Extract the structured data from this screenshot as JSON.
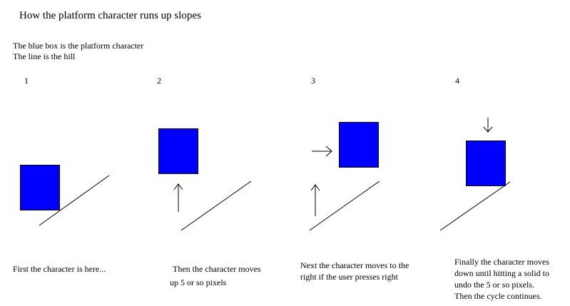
{
  "title": "How the platform character runs up slopes",
  "intro": {
    "line1": "The blue box is the platform character",
    "line2": "The line is the hill"
  },
  "panels": [
    {
      "number": "1",
      "caption_lines": [
        "First the character is here..."
      ]
    },
    {
      "number": "2",
      "caption_lines": [
        "Then the character moves",
        "up 5 or so pixels"
      ]
    },
    {
      "number": "3",
      "caption_lines": [
        "Next the character moves to the",
        "right if the user presses right"
      ]
    },
    {
      "number": "4",
      "caption_lines": [
        "Finally the character moves",
        "down until hitting a solid to",
        "undo the 5 or so pixels.",
        "Then the cycle continues."
      ]
    }
  ],
  "colors": {
    "character": "#0000ff",
    "line": "#000000"
  }
}
